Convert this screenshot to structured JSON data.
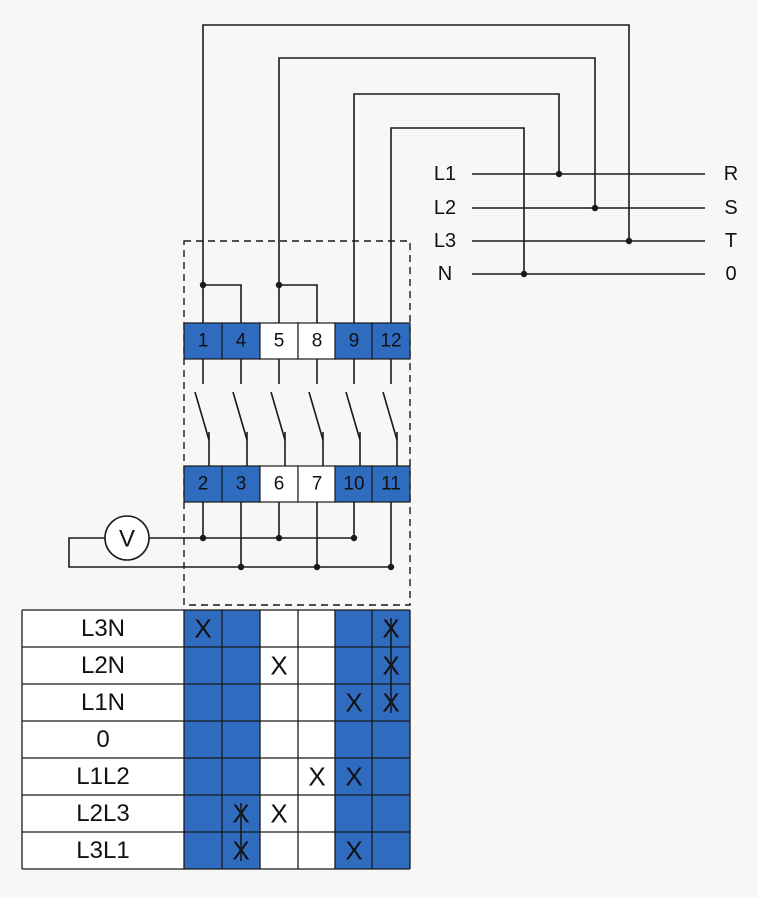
{
  "colors": {
    "blue": "#2f6cc0",
    "line": "#1a1a1a",
    "background": "#f7f7f5"
  },
  "phases": [
    {
      "left": "L1",
      "right": "R"
    },
    {
      "left": "L2",
      "right": "S"
    },
    {
      "left": "L3",
      "right": "T"
    },
    {
      "left": "N",
      "right": "0"
    }
  ],
  "voltmeter": {
    "label": "V"
  },
  "terminals_top": [
    {
      "label": "1",
      "blue": true
    },
    {
      "label": "4",
      "blue": true
    },
    {
      "label": "5",
      "blue": false
    },
    {
      "label": "8",
      "blue": false
    },
    {
      "label": "9",
      "blue": true
    },
    {
      "label": "12",
      "blue": true
    }
  ],
  "terminals_bottom": [
    {
      "label": "2",
      "blue": true
    },
    {
      "label": "3",
      "blue": true
    },
    {
      "label": "6",
      "blue": false
    },
    {
      "label": "7",
      "blue": false
    },
    {
      "label": "10",
      "blue": true
    },
    {
      "label": "11",
      "blue": true
    }
  ],
  "switch_table": {
    "mark": "X",
    "rows": [
      {
        "label": "L3N",
        "marks": [
          0,
          5
        ]
      },
      {
        "label": "L2N",
        "marks": [
          2,
          5
        ]
      },
      {
        "label": "L1N",
        "marks": [
          4,
          5
        ]
      },
      {
        "label": "0",
        "marks": []
      },
      {
        "label": "L1L2",
        "marks": [
          3,
          4
        ]
      },
      {
        "label": "L2L3",
        "marks": [
          1,
          2
        ]
      },
      {
        "label": "L3L1",
        "marks": [
          1,
          4
        ]
      }
    ]
  }
}
